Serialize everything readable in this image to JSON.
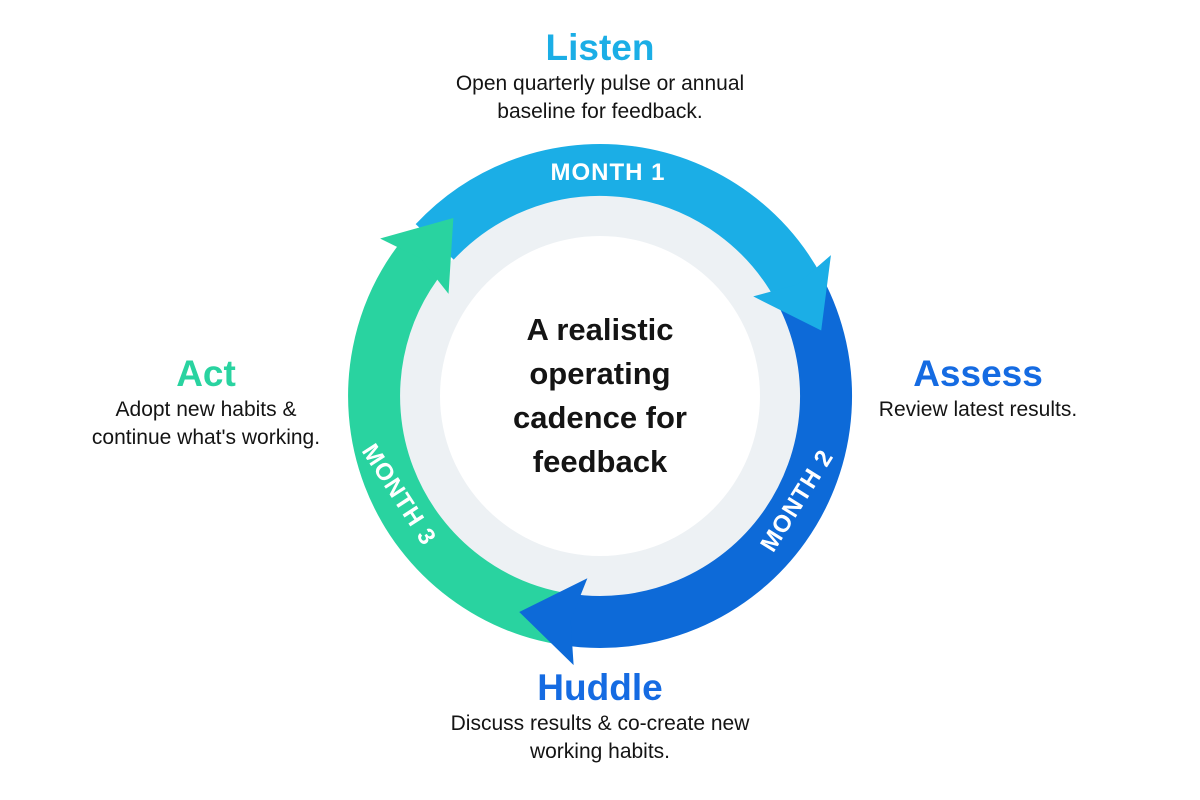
{
  "diagram": {
    "center_title_lines": [
      "A realistic",
      "operating",
      "cadence for",
      "feedback"
    ],
    "months": [
      "MONTH 1",
      "MONTH 2",
      "MONTH 3"
    ],
    "stages": [
      {
        "label": "Listen",
        "desc_lines": [
          "Open quarterly pulse or annual",
          "baseline for feedback."
        ]
      },
      {
        "label": "Assess",
        "desc_lines": [
          "Review latest results."
        ]
      },
      {
        "label": "Huddle",
        "desc_lines": [
          "Discuss results & co-create new",
          "working habits."
        ]
      },
      {
        "label": "Act",
        "desc_lines": [
          "Adopt new habits &",
          "continue what's working."
        ]
      }
    ]
  },
  "colors": {
    "month1_cyan": "#1BAEE6",
    "month2_blue": "#0D6AD8",
    "month3_green": "#29D3A0",
    "heading_blue": "#156BE2",
    "heading_cyan": "#1BAEE6",
    "heading_green": "#29D3A0",
    "inner_ring_gray": "#EDF1F4",
    "body_text": "#141414"
  }
}
